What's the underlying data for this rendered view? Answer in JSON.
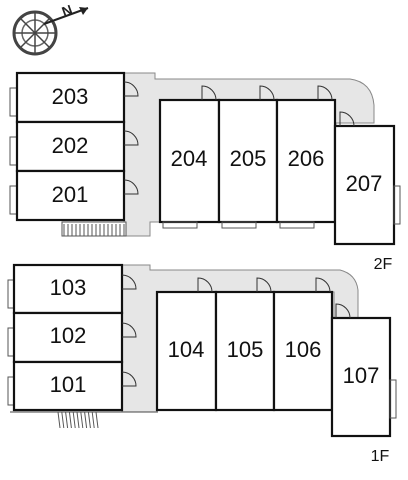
{
  "floors": [
    {
      "label": "2F",
      "rooms": [
        {
          "number": "203",
          "orientation": "h"
        },
        {
          "number": "202",
          "orientation": "h"
        },
        {
          "number": "201",
          "orientation": "h"
        },
        {
          "number": "204",
          "orientation": "v"
        },
        {
          "number": "205",
          "orientation": "v"
        },
        {
          "number": "206",
          "orientation": "v"
        },
        {
          "number": "207",
          "orientation": "v"
        }
      ]
    },
    {
      "label": "1F",
      "rooms": [
        {
          "number": "103",
          "orientation": "h"
        },
        {
          "number": "102",
          "orientation": "h"
        },
        {
          "number": "101",
          "orientation": "h"
        },
        {
          "number": "104",
          "orientation": "v"
        },
        {
          "number": "105",
          "orientation": "v"
        },
        {
          "number": "106",
          "orientation": "v"
        },
        {
          "number": "107",
          "orientation": "v"
        }
      ]
    }
  ],
  "compass": {
    "icon": "compass-icon",
    "direction": "N"
  }
}
